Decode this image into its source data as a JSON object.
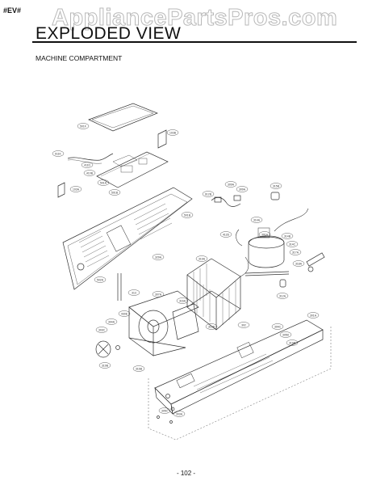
{
  "header": {
    "tag": "#EV#",
    "watermark": "AppliancePartsPros.com",
    "title": "EXPLODED VIEW",
    "subtitle": "MACHINE COMPARTMENT"
  },
  "footer": {
    "page_number": "- 102 -"
  },
  "parts": [
    {
      "id": "cover-plate",
      "label": "501F"
    },
    {
      "id": "bracket-right",
      "label": "103B"
    },
    {
      "id": "wire-harness",
      "label": "611K"
    },
    {
      "id": "relay-part",
      "label": "411D"
    },
    {
      "id": "pcb-connector",
      "label": "410B"
    },
    {
      "id": "pcb-part",
      "label": "501A"
    },
    {
      "id": "pcb-base",
      "label": "501B"
    },
    {
      "id": "clip-left",
      "label": "103A"
    },
    {
      "id": "cap-a",
      "label": "309A"
    },
    {
      "id": "cap-b",
      "label": "309A"
    },
    {
      "id": "cap-c",
      "label": "315B"
    },
    {
      "id": "overload",
      "label": "612B"
    },
    {
      "id": "relay-box",
      "label": "314A"
    },
    {
      "id": "back-cover",
      "label": "501B"
    },
    {
      "id": "pipe-a",
      "label": "412D"
    },
    {
      "id": "compressor-mount",
      "label": "301A"
    },
    {
      "id": "pipe-b",
      "label": "314B"
    },
    {
      "id": "pipe-c",
      "label": "314C"
    },
    {
      "id": "drier",
      "label": "317A"
    },
    {
      "id": "valve",
      "label": "318A"
    },
    {
      "id": "grommet",
      "label": "312A"
    },
    {
      "id": "screw-a",
      "label": "329A"
    },
    {
      "id": "condenser-pipe",
      "label": "319A"
    },
    {
      "id": "condenser",
      "label": "319B"
    },
    {
      "id": "drain-pipe",
      "label": "502A"
    },
    {
      "id": "fan-part",
      "label": "313"
    },
    {
      "id": "fan-shroud",
      "label": "307A"
    },
    {
      "id": "fan-motor",
      "label": "430E"
    },
    {
      "id": "fan-blade",
      "label": "304A"
    },
    {
      "id": "fan-bracket",
      "label": "303C"
    },
    {
      "id": "drain-pan",
      "label": "316A"
    },
    {
      "id": "fan-grille",
      "label": "319B"
    },
    {
      "id": "motor-clip",
      "label": "316B"
    },
    {
      "id": "base-plate",
      "label": "301A"
    },
    {
      "id": "base-rail",
      "label": "302"
    },
    {
      "id": "base-bolt",
      "label": "304C"
    },
    {
      "id": "leg-a",
      "label": "305D"
    },
    {
      "id": "base-screw",
      "label": "319B"
    },
    {
      "id": "bottom-screw-a",
      "label": "305C"
    },
    {
      "id": "bottom-screw-b",
      "label": "303A"
    }
  ]
}
